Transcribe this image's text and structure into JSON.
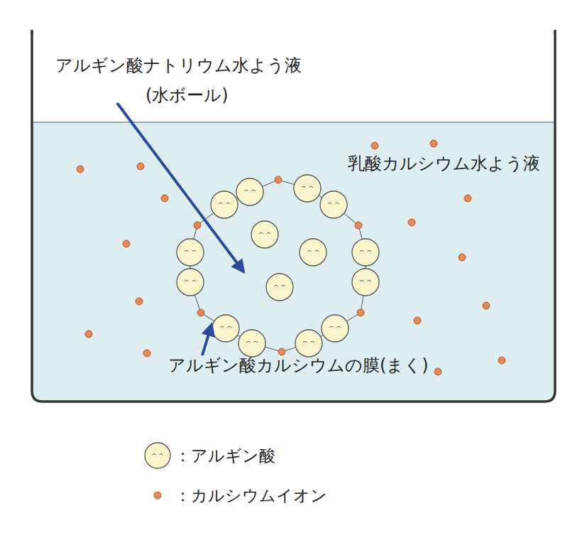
{
  "diagram": {
    "labels": [
      "アルギン酸ナトリウム水よう液",
      "(水ボール)",
      "乳酸カルシウム水よう液",
      "アルギン酸カルシウムの膜(まく)"
    ],
    "legend": [
      {
        "text": "：アルギン酸"
      },
      {
        "text": "：カルシウムイオン",
        "color": "#e8874e"
      }
    ]
  }
}
